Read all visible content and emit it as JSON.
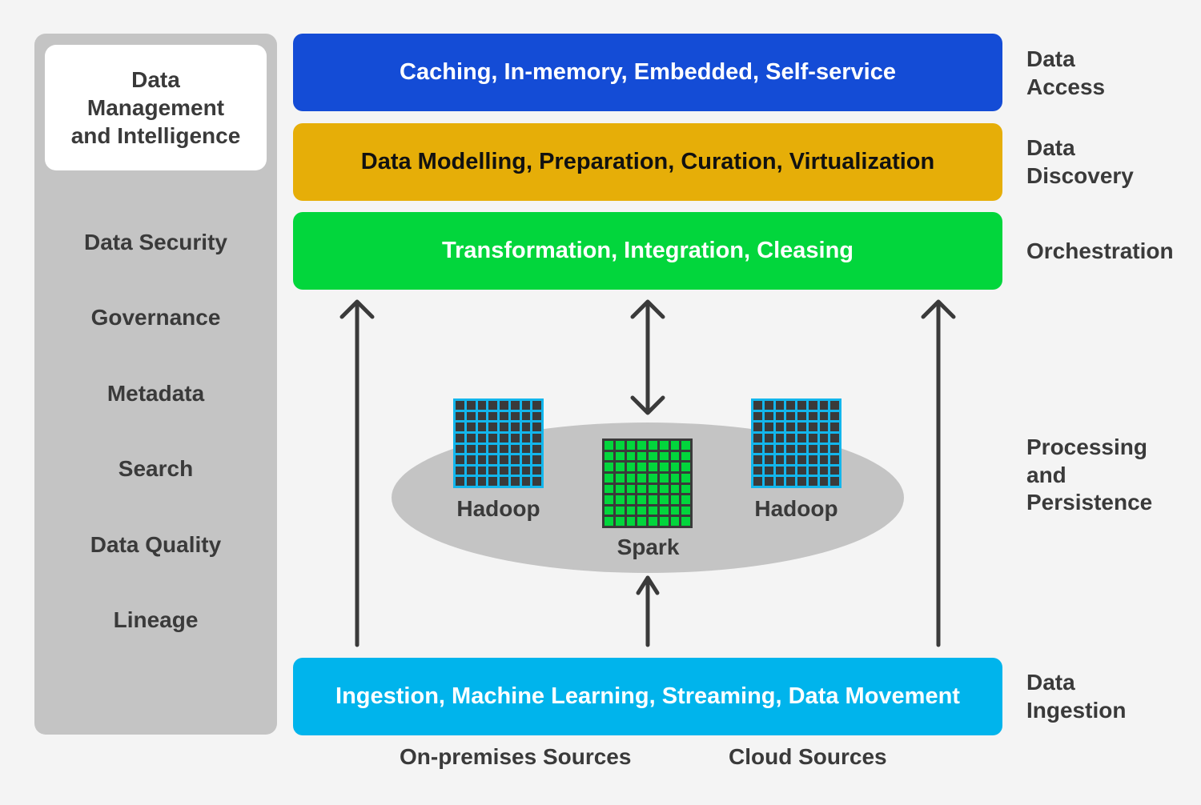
{
  "sidebar": {
    "title": [
      "Data",
      "Management",
      "and Intelligence"
    ],
    "items": [
      {
        "label": "Data Security"
      },
      {
        "label": "Governance"
      },
      {
        "label": "Metadata"
      },
      {
        "label": "Search"
      },
      {
        "label": "Data Quality"
      },
      {
        "label": "Lineage"
      }
    ]
  },
  "layers": {
    "access": {
      "text": "Caching, In-memory, Embedded, Self-service",
      "color": "#144cd6"
    },
    "discovery": {
      "text": "Data Modelling, Preparation, Curation, Virtualization",
      "color": "#e6ae08"
    },
    "orchestration": {
      "text": "Transformation, Integration, Cleasing",
      "color": "#02d63c"
    },
    "ingestion": {
      "text": "Ingestion, Machine Learning, Streaming, Data Movement",
      "color": "#00b4ec"
    }
  },
  "side_labels": {
    "access": [
      "Data",
      "Access"
    ],
    "discovery": [
      "Data",
      "Discovery"
    ],
    "orchestration": [
      "Orchestration"
    ],
    "processing": [
      "Processing",
      "and",
      "Persistence"
    ],
    "ingestion": [
      "Data",
      "Ingestion"
    ]
  },
  "processing": {
    "hadoop_left": "Hadoop",
    "spark": "Spark",
    "hadoop_right": "Hadoop",
    "grid_size": 8
  },
  "sources": {
    "on_prem": "On-premises Sources",
    "cloud": "Cloud Sources"
  },
  "arrows": [
    {
      "name": "ingest-to-orchestration-left-arrow",
      "direction": "up"
    },
    {
      "name": "processing-orchestration-bidirectional-arrow",
      "direction": "both"
    },
    {
      "name": "ingest-to-processing-arrow",
      "direction": "up"
    },
    {
      "name": "ingest-to-orchestration-right-arrow",
      "direction": "up"
    }
  ]
}
